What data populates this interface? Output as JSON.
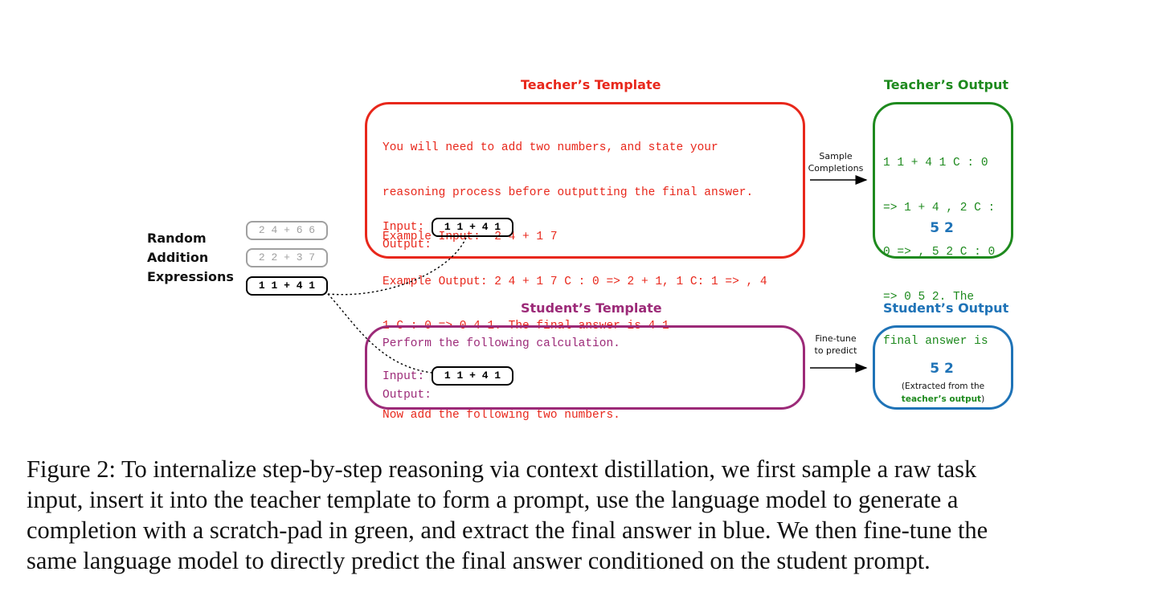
{
  "teacher_template": {
    "title": "Teacher’s Template",
    "lines": [
      "You will need to add two numbers, and state your",
      "reasoning process before outputting the final answer.",
      "Example Input:  2 4 + 1 7",
      "Example Output: 2 4 + 1 7 C : 0 => 2 + 1, 1 C: 1 => , 4",
      "1 C : 0 => 0 4 1. The final answer is 4 1",
      "",
      "Now add the following two numbers."
    ],
    "input_label": "Input:",
    "input_value": "1 1 + 4 1",
    "output_label": "Output:"
  },
  "teacher_output": {
    "title": "Teacher’s Output",
    "lines": [
      "1 1 + 4 1 C : 0",
      "=> 1 + 4 , 2 C :",
      "0 => , 5 2 C : 0",
      "=> 0 5 2. The",
      "final answer is"
    ],
    "answer": "5 2"
  },
  "arrow_top_label": [
    "Sample",
    "Completions"
  ],
  "arrow_bottom_label": [
    "Fine-tune",
    "to predict"
  ],
  "random_expressions": {
    "label": [
      "Random",
      "Addition",
      "Expressions"
    ],
    "items": [
      "2 4 + 6 6",
      "2 2 + 3 7",
      "1 1 + 4 1"
    ]
  },
  "student_template": {
    "title": "Student’s Template",
    "line": "Perform the following calculation.",
    "input_label": "Input:",
    "input_value": "1 1 + 4 1",
    "output_label": "Output:"
  },
  "student_output": {
    "title": "Student’s Output",
    "answer": "5 2",
    "note_line1": "(Extracted from the",
    "note_line2": "teacher’s output",
    "note_close": ")"
  },
  "caption": {
    "lines": [
      "Figure 2:   To internalize step-by-step reasoning via context distillation, we first sample a raw task",
      "input, insert it into the teacher template to form a prompt, use the language model to generate a",
      "completion with a scratch-pad in green, and extract the final answer in blue. We then fine-tune the",
      "same language model to directly predict the final answer conditioned on the student prompt."
    ]
  },
  "colors": {
    "teacher": "#e8271b",
    "teacher_output": "#1e8a1e",
    "student": "#9c2a78",
    "student_output": "#1f73b7",
    "gray": "#a0a0a0"
  }
}
